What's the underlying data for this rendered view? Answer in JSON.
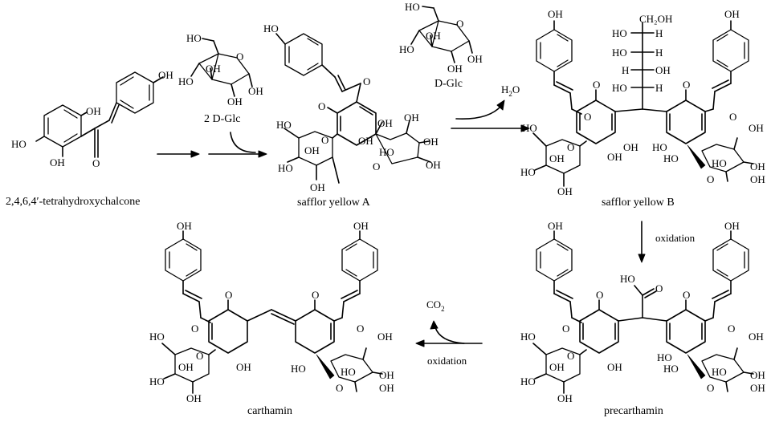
{
  "compounds": {
    "chalcone": "2,4,6,4′-tetrahydroxychalcone",
    "safflor_a": "safflor yellow A",
    "safflor_b": "safflor yellow B",
    "precarthamin": "precarthamin",
    "carthamin": "carthamin"
  },
  "reagents": {
    "glc_two": "2 D-Glc",
    "glc_one": "D-Glc",
    "water": "H",
    "water_sub": "2",
    "water_tail": "O",
    "oxidation_1": "oxidation",
    "oxidation_2": "oxidation",
    "co2": "CO",
    "co2_sub": "2"
  },
  "atoms": {
    "oh": "OH",
    "ho": "HO",
    "o": "O",
    "h": "H",
    "ch2oh": "CH₂OH"
  }
}
